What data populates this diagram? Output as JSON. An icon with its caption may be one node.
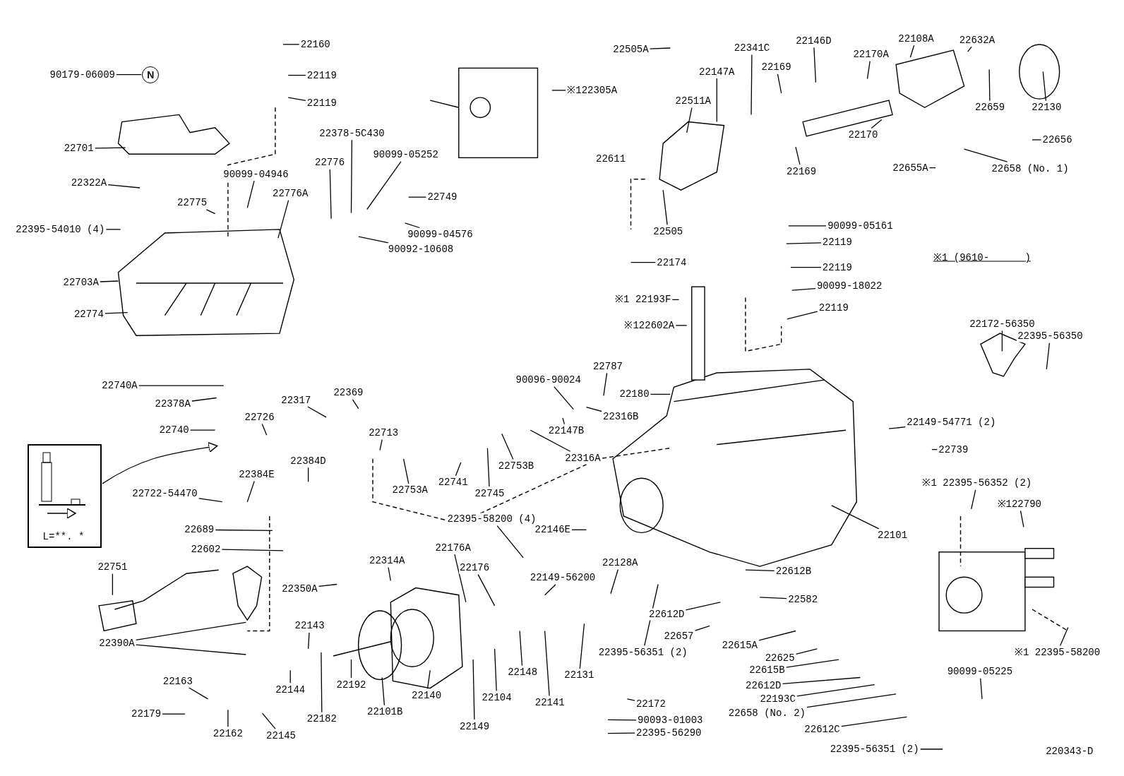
{
  "diagram": {
    "nodes": [
      {
        "text": [
          "90179-06009"
        ]
      },
      {
        "text": [
          "N"
        ]
      },
      {
        "text": [
          "22160"
        ]
      },
      {
        "text": [
          "22119"
        ]
      },
      {
        "text": [
          "22119"
        ]
      },
      {
        "text": [
          "22701"
        ]
      },
      {
        "text": [
          "22322A"
        ]
      },
      {
        "text": [
          "22775"
        ]
      },
      {
        "text": [
          "90099-04946"
        ]
      },
      {
        "text": [
          "22776A"
        ]
      },
      {
        "text": [
          "22776"
        ]
      },
      {
        "text": [
          "22378-5C430"
        ]
      },
      {
        "text": [
          "90099-05252"
        ]
      },
      {
        "text": [
          "22749"
        ]
      },
      {
        "text": [
          "90099-04576"
        ]
      },
      {
        "text": [
          "22395-54010 (4)"
        ]
      },
      {
        "text": [
          "90092-10608"
        ]
      },
      {
        "text": [
          "22703A"
        ]
      },
      {
        "text": [
          "22774"
        ]
      },
      {
        "text": [
          "※122305A"
        ]
      },
      {
        "text": [
          "22505A"
        ]
      },
      {
        "text": [
          "22341C"
        ]
      },
      {
        "text": [
          "22146D"
        ]
      },
      {
        "text": [
          "22147A"
        ]
      },
      {
        "text": [
          "22169"
        ]
      },
      {
        "text": [
          "22511A"
        ]
      },
      {
        "text": [
          "22170A"
        ]
      },
      {
        "text": [
          "22108A"
        ]
      },
      {
        "text": [
          "22632A"
        ]
      },
      {
        "text": [
          "22659"
        ]
      },
      {
        "text": [
          "22130"
        ]
      },
      {
        "text": [
          "22170"
        ]
      },
      {
        "text": [
          "22169"
        ]
      },
      {
        "text": [
          "22656"
        ]
      },
      {
        "text": [
          "22655A"
        ]
      },
      {
        "text": [
          "22658 (No. 1)"
        ]
      },
      {
        "text": [
          "22505"
        ]
      },
      {
        "text": [
          "90099-05161"
        ]
      },
      {
        "text": [
          "22119"
        ]
      },
      {
        "text": [
          "22174"
        ]
      },
      {
        "text": [
          "22119"
        ]
      },
      {
        "text": [
          "90099-18022"
        ]
      },
      {
        "text": [
          "※1 22193F"
        ]
      },
      {
        "text": [
          "22119"
        ]
      },
      {
        "text": [
          "※122602A"
        ]
      },
      {
        "text": [
          "22172-56350"
        ]
      },
      {
        "text": [
          "22395-56350"
        ]
      },
      {
        "text": [
          "22149-54771 (2)"
        ]
      },
      {
        "text": [
          "22739"
        ]
      },
      {
        "text": [
          "※1 22395-56352 (2)"
        ]
      },
      {
        "text": [
          "※122790"
        ]
      },
      {
        "text": [
          "22101"
        ]
      },
      {
        "text": [
          "22612B"
        ]
      },
      {
        "text": [
          "22582"
        ]
      },
      {
        "text": [
          "22612D"
        ]
      },
      {
        "text": [
          "22657"
        ]
      },
      {
        "text": [
          "22615A"
        ]
      },
      {
        "text": [
          "22625"
        ]
      },
      {
        "text": [
          "22615B"
        ]
      },
      {
        "text": [
          "22612D"
        ]
      },
      {
        "text": [
          "22193C"
        ]
      },
      {
        "text": [
          "22658 (No. 2)"
        ]
      },
      {
        "text": [
          "22612C"
        ]
      },
      {
        "text": [
          "22395-56351 (2)"
        ]
      },
      {
        "text": [
          "90099-05225"
        ]
      },
      {
        "text": [
          "※1 22395-58200"
        ]
      },
      {
        "text": [
          "22740A"
        ]
      },
      {
        "text": [
          "22378A"
        ]
      },
      {
        "text": [
          "22740"
        ]
      },
      {
        "text": [
          "22317"
        ]
      },
      {
        "text": [
          "22369"
        ]
      },
      {
        "text": [
          "22726"
        ]
      },
      {
        "text": [
          "22713"
        ]
      },
      {
        "text": [
          "22384D"
        ]
      },
      {
        "text": [
          "22384E"
        ]
      },
      {
        "text": [
          "22722-54470"
        ]
      },
      {
        "text": [
          "22689"
        ]
      },
      {
        "text": [
          "22602"
        ]
      },
      {
        "text": [
          "22751"
        ]
      },
      {
        "text": [
          "22390A"
        ]
      },
      {
        "text": [
          "22350A"
        ]
      },
      {
        "text": [
          "22314A"
        ]
      },
      {
        "text": [
          "22176A"
        ]
      },
      {
        "text": [
          "22143"
        ]
      },
      {
        "text": [
          "22144"
        ]
      },
      {
        "text": [
          "22182"
        ]
      },
      {
        "text": [
          "22192"
        ]
      },
      {
        "text": [
          "22163"
        ]
      },
      {
        "text": [
          "22179"
        ]
      },
      {
        "text": [
          "22162"
        ]
      },
      {
        "text": [
          "22145"
        ]
      },
      {
        "text": [
          "22101B"
        ]
      },
      {
        "text": [
          "22140"
        ]
      },
      {
        "text": [
          "22149"
        ]
      },
      {
        "text": [
          "22104"
        ]
      },
      {
        "text": [
          "22148"
        ]
      },
      {
        "text": [
          "22141"
        ]
      },
      {
        "text": [
          "22131"
        ]
      },
      {
        "text": [
          "22172"
        ]
      },
      {
        "text": [
          "90093-01003"
        ]
      },
      {
        "text": [
          "22395-56290"
        ]
      },
      {
        "text": [
          "22176"
        ]
      },
      {
        "text": [
          "22149-56200"
        ]
      },
      {
        "text": [
          "22128A"
        ]
      },
      {
        "text": [
          "22395-58200 (4)"
        ]
      },
      {
        "text": [
          "22146E"
        ]
      },
      {
        "text": [
          "22741"
        ]
      },
      {
        "text": [
          "22753A"
        ]
      },
      {
        "text": [
          "22745"
        ]
      },
      {
        "text": [
          "22753B"
        ]
      },
      {
        "text": [
          "22316A"
        ]
      },
      {
        "text": [
          "22147B"
        ]
      },
      {
        "text": [
          "22316B"
        ]
      },
      {
        "text": [
          "90096-90024"
        ]
      },
      {
        "text": [
          "22787"
        ]
      },
      {
        "text": [
          "22180"
        ]
      },
      {
        "text": [
          "22395-56351 (2)"
        ]
      },
      {
        "text": [
          "L=**. *"
        ]
      }
    ],
    "edges": [
      {
        "from": 0,
        "to": 1,
        "arrow": "none"
      },
      {
        "from": 2,
        "to": null,
        "arrow": "none"
      },
      {
        "from": 3,
        "to": null,
        "arrow": "none"
      },
      {
        "from": 4,
        "to": null,
        "arrow": "none"
      },
      {
        "from": 5,
        "to": null,
        "arrow": "none"
      },
      {
        "from": 6,
        "to": null,
        "arrow": "none"
      },
      {
        "from": 7,
        "to": null,
        "arrow": "none"
      },
      {
        "from": 8,
        "to": null,
        "arrow": "none"
      },
      {
        "from": 9,
        "to": null,
        "arrow": "none"
      },
      {
        "from": 10,
        "to": null,
        "arrow": "none"
      },
      {
        "from": 11,
        "to": null,
        "arrow": "none"
      },
      {
        "from": 12,
        "to": null,
        "arrow": "none"
      },
      {
        "from": 13,
        "to": null,
        "arrow": "none"
      },
      {
        "from": 14,
        "to": null,
        "arrow": "none"
      },
      {
        "from": 15,
        "to": null,
        "arrow": "none"
      },
      {
        "from": 16,
        "to": null,
        "arrow": "none"
      },
      {
        "from": 17,
        "to": null,
        "arrow": "none"
      },
      {
        "from": 18,
        "to": null,
        "arrow": "none"
      },
      {
        "from": 19,
        "to": null,
        "arrow": "none"
      },
      {
        "from": 20,
        "to": null,
        "arrow": "none"
      },
      {
        "from": 21,
        "to": null,
        "arrow": "none"
      },
      {
        "from": 22,
        "to": null,
        "arrow": "none"
      },
      {
        "from": 23,
        "to": null,
        "arrow": "none"
      },
      {
        "from": 24,
        "to": null,
        "arrow": "none"
      },
      {
        "from": 25,
        "to": null,
        "arrow": "none"
      },
      {
        "from": 26,
        "to": null,
        "arrow": "none"
      },
      {
        "from": 27,
        "to": null,
        "arrow": "none"
      },
      {
        "from": 28,
        "to": null,
        "arrow": "none"
      },
      {
        "from": 29,
        "to": null,
        "arrow": "none"
      },
      {
        "from": 30,
        "to": null,
        "arrow": "none"
      },
      {
        "from": 31,
        "to": null,
        "arrow": "none"
      },
      {
        "from": 32,
        "to": null,
        "arrow": "none"
      },
      {
        "from": 33,
        "to": null,
        "arrow": "none"
      },
      {
        "from": 34,
        "to": null,
        "arrow": "none"
      },
      {
        "from": 35,
        "to": null,
        "arrow": "none"
      },
      {
        "from": 36,
        "to": null,
        "arrow": "none"
      },
      {
        "from": 37,
        "to": null,
        "arrow": "none"
      },
      {
        "from": 38,
        "to": null,
        "arrow": "none"
      },
      {
        "from": 39,
        "to": null,
        "arrow": "none"
      },
      {
        "from": 40,
        "to": null,
        "arrow": "none"
      },
      {
        "from": 41,
        "to": null,
        "arrow": "none"
      },
      {
        "from": 42,
        "to": null,
        "arrow": "none"
      },
      {
        "from": 43,
        "to": null,
        "arrow": "none"
      },
      {
        "from": 44,
        "to": null,
        "arrow": "none"
      },
      {
        "from": 45,
        "to": null,
        "arrow": "none"
      },
      {
        "from": 46,
        "to": null,
        "arrow": "none"
      },
      {
        "from": 47,
        "to": null,
        "arrow": "none"
      },
      {
        "from": 48,
        "to": null,
        "arrow": "none"
      },
      {
        "from": 49,
        "to": null,
        "arrow": "none"
      },
      {
        "from": 50,
        "to": null,
        "arrow": "none"
      },
      {
        "from": 51,
        "to": null,
        "arrow": "none"
      },
      {
        "from": 52,
        "to": null,
        "arrow": "none"
      },
      {
        "from": 53,
        "to": null,
        "arrow": "none"
      },
      {
        "from": 54,
        "to": null,
        "arrow": "none"
      },
      {
        "from": 55,
        "to": null,
        "arrow": "none"
      },
      {
        "from": 56,
        "to": null,
        "arrow": "none"
      },
      {
        "from": 57,
        "to": null,
        "arrow": "none"
      },
      {
        "from": 58,
        "to": null,
        "arrow": "none"
      },
      {
        "from": 59,
        "to": null,
        "arrow": "none"
      },
      {
        "from": 60,
        "to": null,
        "arrow": "none"
      },
      {
        "from": 61,
        "to": null,
        "arrow": "none"
      },
      {
        "from": 62,
        "to": null,
        "arrow": "none"
      },
      {
        "from": 63,
        "to": null,
        "arrow": "none"
      },
      {
        "from": 64,
        "to": null,
        "arrow": "none"
      },
      {
        "from": 65,
        "to": null,
        "arrow": "none"
      },
      {
        "from": 66,
        "to": null,
        "arrow": "none"
      },
      {
        "from": 67,
        "to": null,
        "arrow": "none"
      },
      {
        "from": 68,
        "to": null,
        "arrow": "none"
      },
      {
        "from": 69,
        "to": null,
        "arrow": "none"
      },
      {
        "from": 70,
        "to": null,
        "arrow": "none"
      },
      {
        "from": 71,
        "to": null,
        "arrow": "none"
      },
      {
        "from": 72,
        "to": null,
        "arrow": "none"
      },
      {
        "from": 73,
        "to": null,
        "arrow": "none"
      },
      {
        "from": 74,
        "to": null,
        "arrow": "none"
      },
      {
        "from": 75,
        "to": null,
        "arrow": "none"
      },
      {
        "from": 76,
        "to": null,
        "arrow": "none"
      },
      {
        "from": 77,
        "to": null,
        "arrow": "none"
      },
      {
        "from": 78,
        "to": null,
        "arrow": "none"
      },
      {
        "from": 79,
        "to": null,
        "arrow": "none"
      },
      {
        "from": 79,
        "to": null,
        "arrow": "none"
      },
      {
        "from": 80,
        "to": null,
        "arrow": "none"
      },
      {
        "from": 81,
        "to": null,
        "arrow": "none"
      },
      {
        "from": 82,
        "to": null,
        "arrow": "none"
      },
      {
        "from": 83,
        "to": null,
        "arrow": "none"
      },
      {
        "from": 84,
        "to": null,
        "arrow": "none"
      },
      {
        "from": 85,
        "to": null,
        "arrow": "none"
      },
      {
        "from": 86,
        "to": null,
        "arrow": "none"
      },
      {
        "from": 87,
        "to": null,
        "arrow": "none"
      },
      {
        "from": 88,
        "to": null,
        "arrow": "none"
      },
      {
        "from": 89,
        "to": null,
        "arrow": "none"
      },
      {
        "from": 90,
        "to": null,
        "arrow": "none"
      },
      {
        "from": 91,
        "to": null,
        "arrow": "none"
      },
      {
        "from": 92,
        "to": null,
        "arrow": "none"
      },
      {
        "from": 93,
        "to": null,
        "arrow": "none"
      },
      {
        "from": 94,
        "to": null,
        "arrow": "none"
      },
      {
        "from": 95,
        "to": null,
        "arrow": "none"
      },
      {
        "from": 96,
        "to": null,
        "arrow": "none"
      },
      {
        "from": 97,
        "to": null,
        "arrow": "none"
      },
      {
        "from": 98,
        "to": null,
        "arrow": "none"
      },
      {
        "from": 99,
        "to": null,
        "arrow": "none"
      },
      {
        "from": 100,
        "to": null,
        "arrow": "none"
      },
      {
        "from": 101,
        "to": null,
        "arrow": "none"
      },
      {
        "from": 102,
        "to": null,
        "arrow": "none"
      },
      {
        "from": 103,
        "to": null,
        "arrow": "none"
      },
      {
        "from": 104,
        "to": null,
        "arrow": "none"
      },
      {
        "from": 105,
        "to": null,
        "arrow": "none"
      },
      {
        "from": 106,
        "to": null,
        "arrow": "none"
      },
      {
        "from": 107,
        "to": null,
        "arrow": "none"
      },
      {
        "from": 108,
        "to": null,
        "arrow": "none"
      },
      {
        "from": 109,
        "to": null,
        "arrow": "none"
      },
      {
        "from": 110,
        "to": null,
        "arrow": "none"
      },
      {
        "from": 111,
        "to": null,
        "arrow": "none"
      },
      {
        "from": 112,
        "to": null,
        "arrow": "none"
      },
      {
        "from": 113,
        "to": null,
        "arrow": "none"
      },
      {
        "from": 114,
        "to": null,
        "arrow": "none"
      },
      {
        "from": 115,
        "to": null,
        "arrow": "none"
      },
      {
        "from": 116,
        "to": null,
        "arrow": "none"
      },
      {
        "from": 117,
        "to": null,
        "arrow": "to"
      }
    ],
    "labels": [
      "22611",
      "※1 (9610-      )",
      "220343-D"
    ]
  }
}
